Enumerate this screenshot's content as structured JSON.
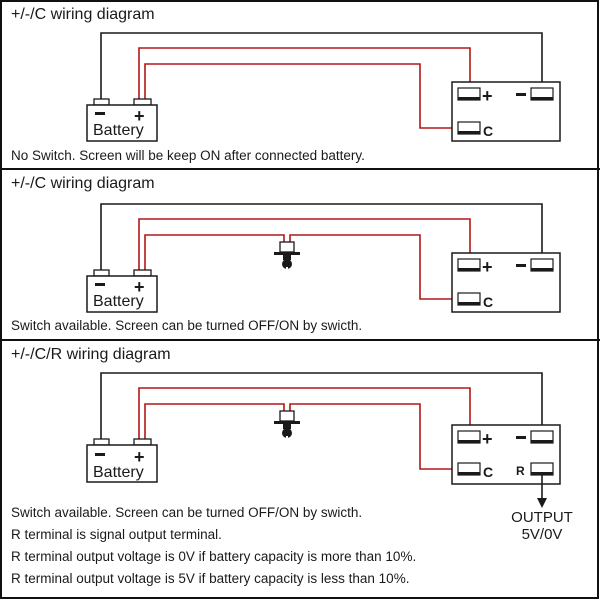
{
  "colors": {
    "wire_black": "#1a1a1a",
    "wire_red": "#b01818",
    "border": "#111111",
    "background": "#ffffff"
  },
  "panels": [
    {
      "title": "+/-/C wiring diagram",
      "has_switch": false,
      "has_r_terminal": false,
      "battery": {
        "label": "Battery",
        "neg": "−",
        "pos": "+"
      },
      "device": {
        "plus": "+",
        "minus": "−",
        "c": "C"
      },
      "captions": [
        "No Switch. Screen will be keep ON after connected battery."
      ]
    },
    {
      "title": "+/-/C wiring diagram",
      "has_switch": true,
      "has_r_terminal": false,
      "battery": {
        "label": "Battery",
        "neg": "−",
        "pos": "+"
      },
      "device": {
        "plus": "+",
        "minus": "−",
        "c": "C"
      },
      "captions": [
        "Switch available. Screen can be turned OFF/ON by swicth."
      ]
    },
    {
      "title": "+/-/C/R wiring diagram",
      "has_switch": true,
      "has_r_terminal": true,
      "battery": {
        "label": "Battery",
        "neg": "−",
        "pos": "+"
      },
      "device": {
        "plus": "+",
        "minus": "−",
        "c": "C",
        "r": "R"
      },
      "output": {
        "line1": "OUTPUT",
        "line2": "5V/0V"
      },
      "captions": [
        "Switch available. Screen can be turned OFF/ON by swicth.",
        "R terminal is signal output terminal.",
        "R terminal output voltage is 0V if battery capacity is more than 10%.",
        "R terminal output voltage is 5V if battery capacity is less than 10%."
      ]
    }
  ]
}
